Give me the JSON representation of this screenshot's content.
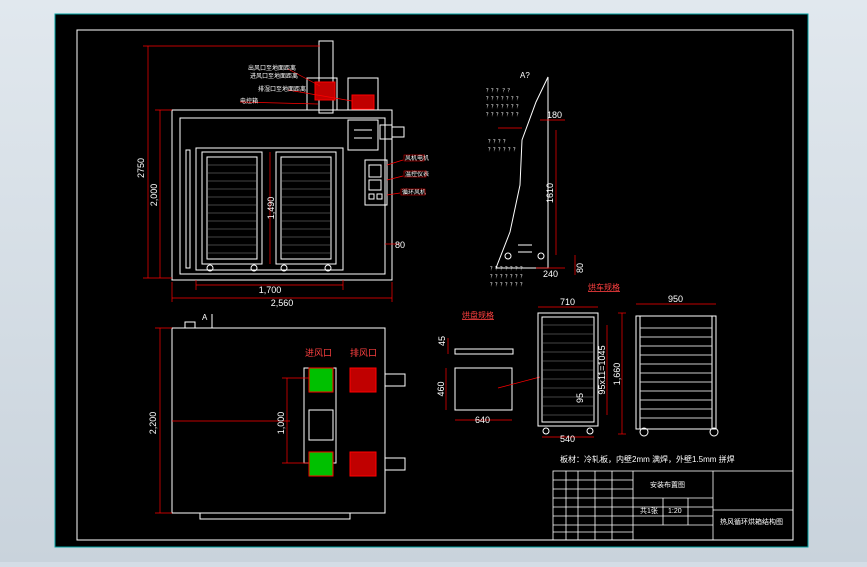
{
  "colors": {
    "paper": "#000000",
    "frame": "#ffffff",
    "dim": "#ff0000",
    "outline": "#ffffff",
    "green_port": "#00c000",
    "red_port": "#c00000",
    "cyan": "#00ffff"
  },
  "front_view": {
    "dims": {
      "overall_height": "2750",
      "body_height": "2,000",
      "tray_height": "1,490",
      "body_width": "1,700",
      "overall_width": "2,560",
      "base_offset": "80"
    },
    "callouts": [
      "出风口至地面距离",
      "进风口至地面距离",
      "排湿口至地面距离",
      "电控箱",
      "风机电机",
      "温控仪表",
      "循环风机"
    ]
  },
  "detail_a": {
    "label": "A?",
    "dims": {
      "d180": "180",
      "d1610": "1610",
      "d240": "240",
      "d80": "80"
    }
  },
  "top_view": {
    "label": "A",
    "dims": {
      "depth": "2,200",
      "port_spacing": "1,000"
    },
    "ports": {
      "inlet": "进风口",
      "outlet": "排风口"
    }
  },
  "tray_section": {
    "title": "烘盘规格",
    "dims": {
      "thickness": "45",
      "height": "460",
      "width": "640"
    }
  },
  "cart_front": {
    "title": "烘车规格",
    "dims": {
      "width_top": "710",
      "width_bottom": "540",
      "height": "1,660",
      "pitch": "95x11=1045",
      "gap": "95"
    }
  },
  "cart_side": {
    "dims": {
      "width": "950"
    }
  },
  "note": "板材：冷轧板，内壁2mm 满焊，外壁1.5mm 拼焊",
  "title_block": {
    "drawing_title": "安装布置图",
    "product_name": "热风循环烘箱结构图",
    "scale": "1:20",
    "sheet": "共1张"
  }
}
